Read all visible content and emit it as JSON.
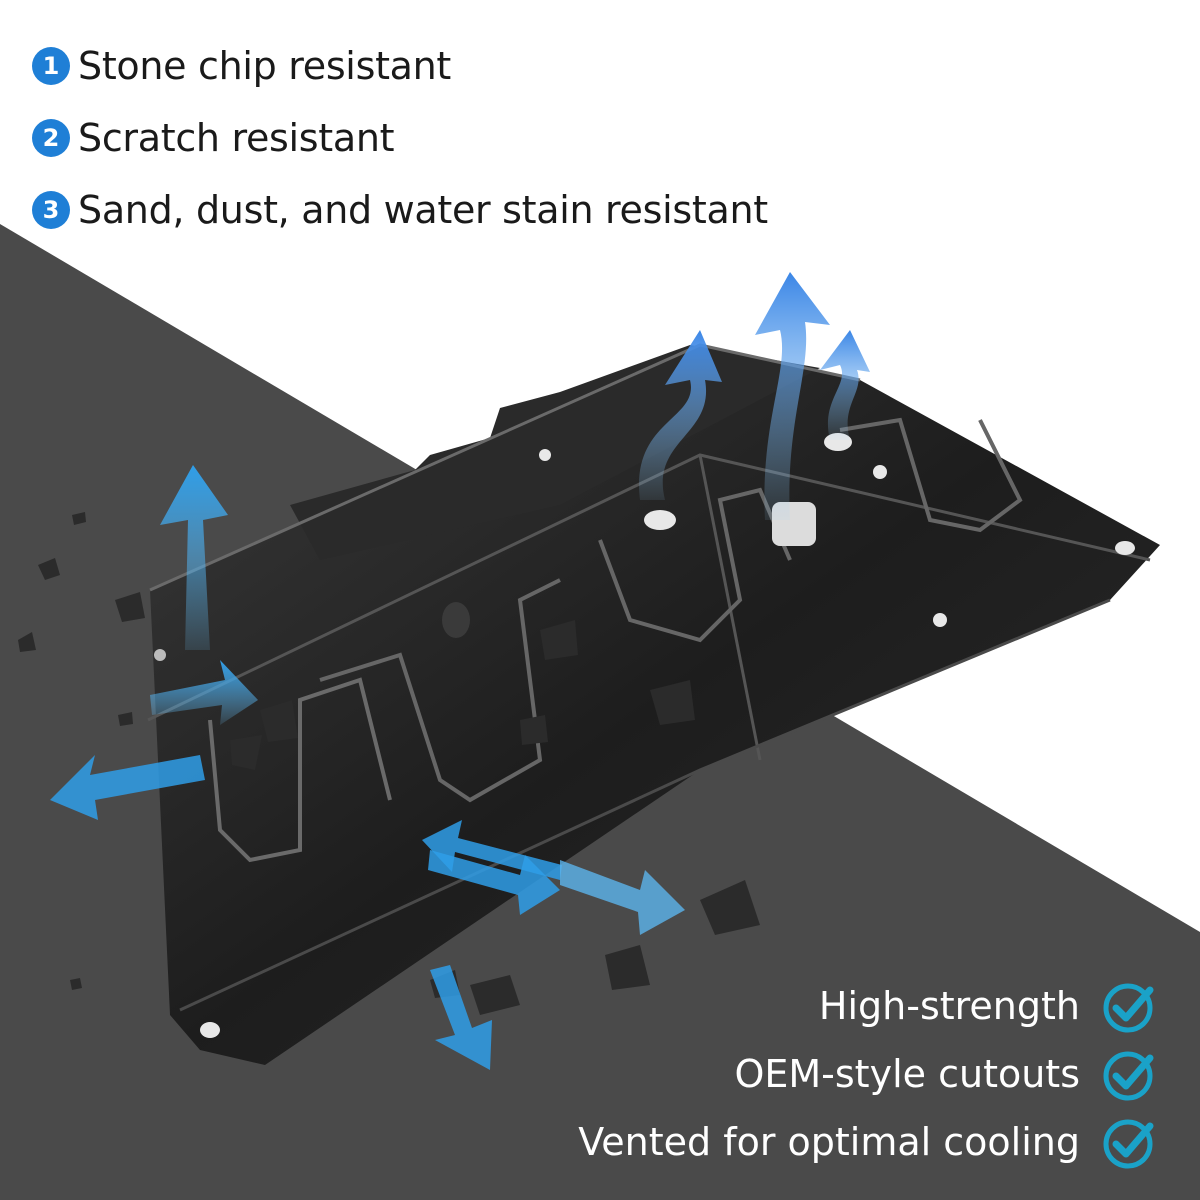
{
  "top_features": [
    {
      "number": "1",
      "text": "Stone chip resistant"
    },
    {
      "number": "2",
      "text": "Scratch resistant"
    },
    {
      "number": "3",
      "text": "Sand, dust, and water stain resistant"
    }
  ],
  "benefits": [
    {
      "text": "High-strength",
      "icon": "check-circle-icon"
    },
    {
      "text": "OEM-style cutouts",
      "icon": "check-circle-icon"
    },
    {
      "text": "Vented for optimal cooling",
      "icon": "check-circle-icon"
    }
  ],
  "colors": {
    "badge_blue": "#1f7fd6",
    "dark_band": "#4a4a4a",
    "check_teal": "#1aa2c8",
    "airflow_blue": "#2f9ee8",
    "plate_black": "#1e1e1e"
  },
  "product_image": {
    "subject": "skid plate"
  }
}
